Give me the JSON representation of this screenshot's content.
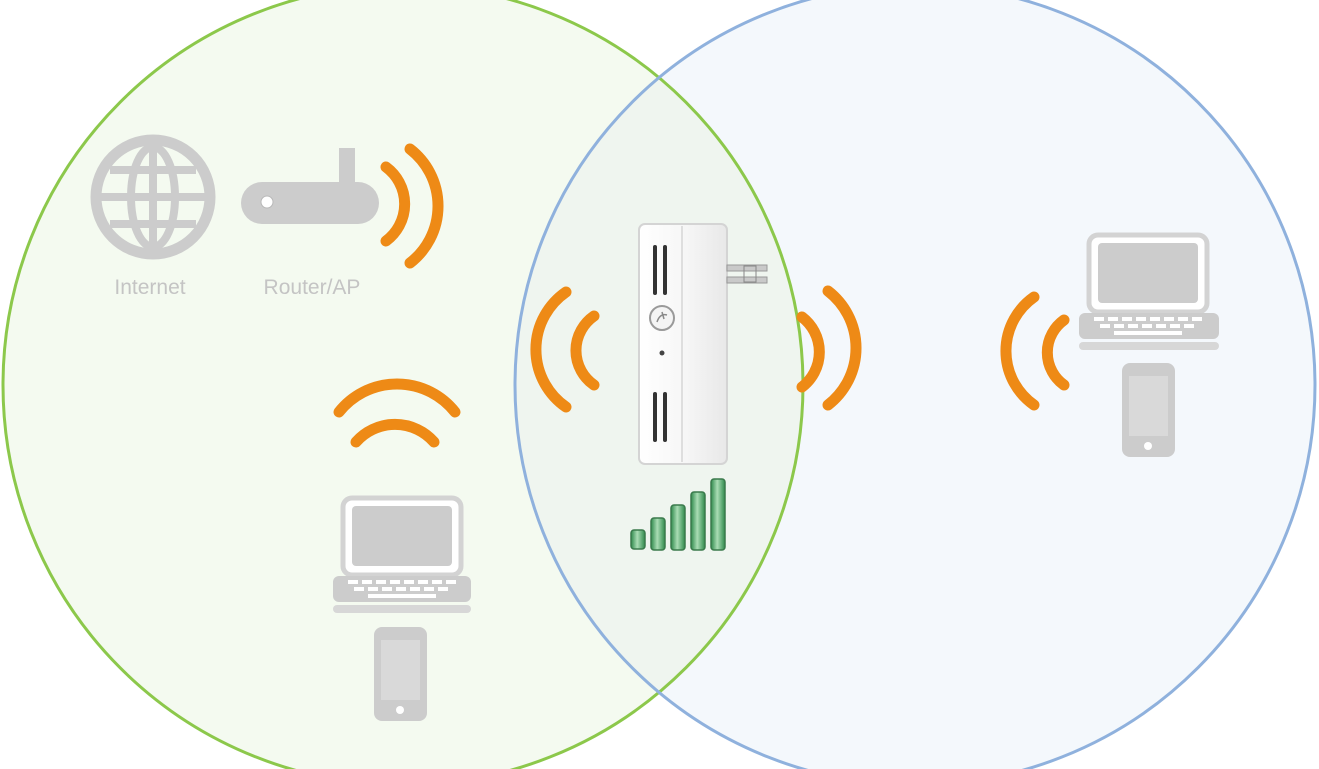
{
  "labels": {
    "internet": "Internet",
    "router": "Router/AP"
  },
  "colors": {
    "primary_zone_fill": "#f4faf0",
    "primary_zone_stroke": "#8cc84b",
    "extended_zone_fill": "#f4f8fc",
    "extended_zone_stroke": "#8fb1dd",
    "overlap_fill": "#eff5ef",
    "wave": "#ee8a16",
    "device_gray": "#cccccc",
    "signal_green": "#3aa060"
  },
  "icons": [
    "globe-icon",
    "router-icon",
    "wifi-wave-icon",
    "laptop-icon",
    "phone-icon",
    "range-extender-icon",
    "signal-strength-icon"
  ],
  "signal_strength": {
    "bars_lit": 5,
    "bars_total": 5
  }
}
